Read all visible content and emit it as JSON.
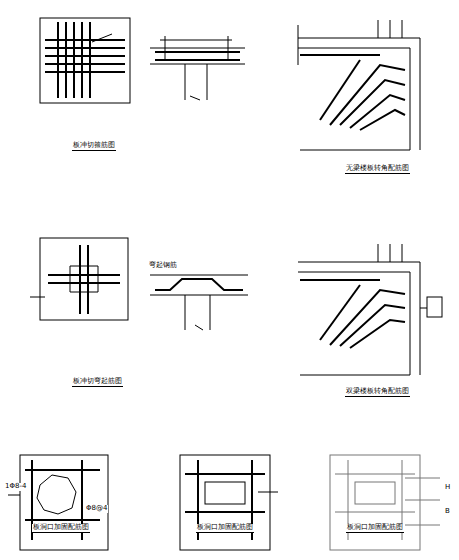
{
  "diagram": {
    "labels": [
      "板冲切箍筋图",
      "无梁楼板转角配筋图",
      "板冲切弯起筋图",
      "双梁楼板转角配筋图",
      "板洞口加固配筋图",
      "板洞口加固配筋图",
      "板洞口加固配筋图",
      "1Φ8-4",
      "Φ8@4",
      "H",
      "B",
      "弯起钢筋"
    ]
  }
}
